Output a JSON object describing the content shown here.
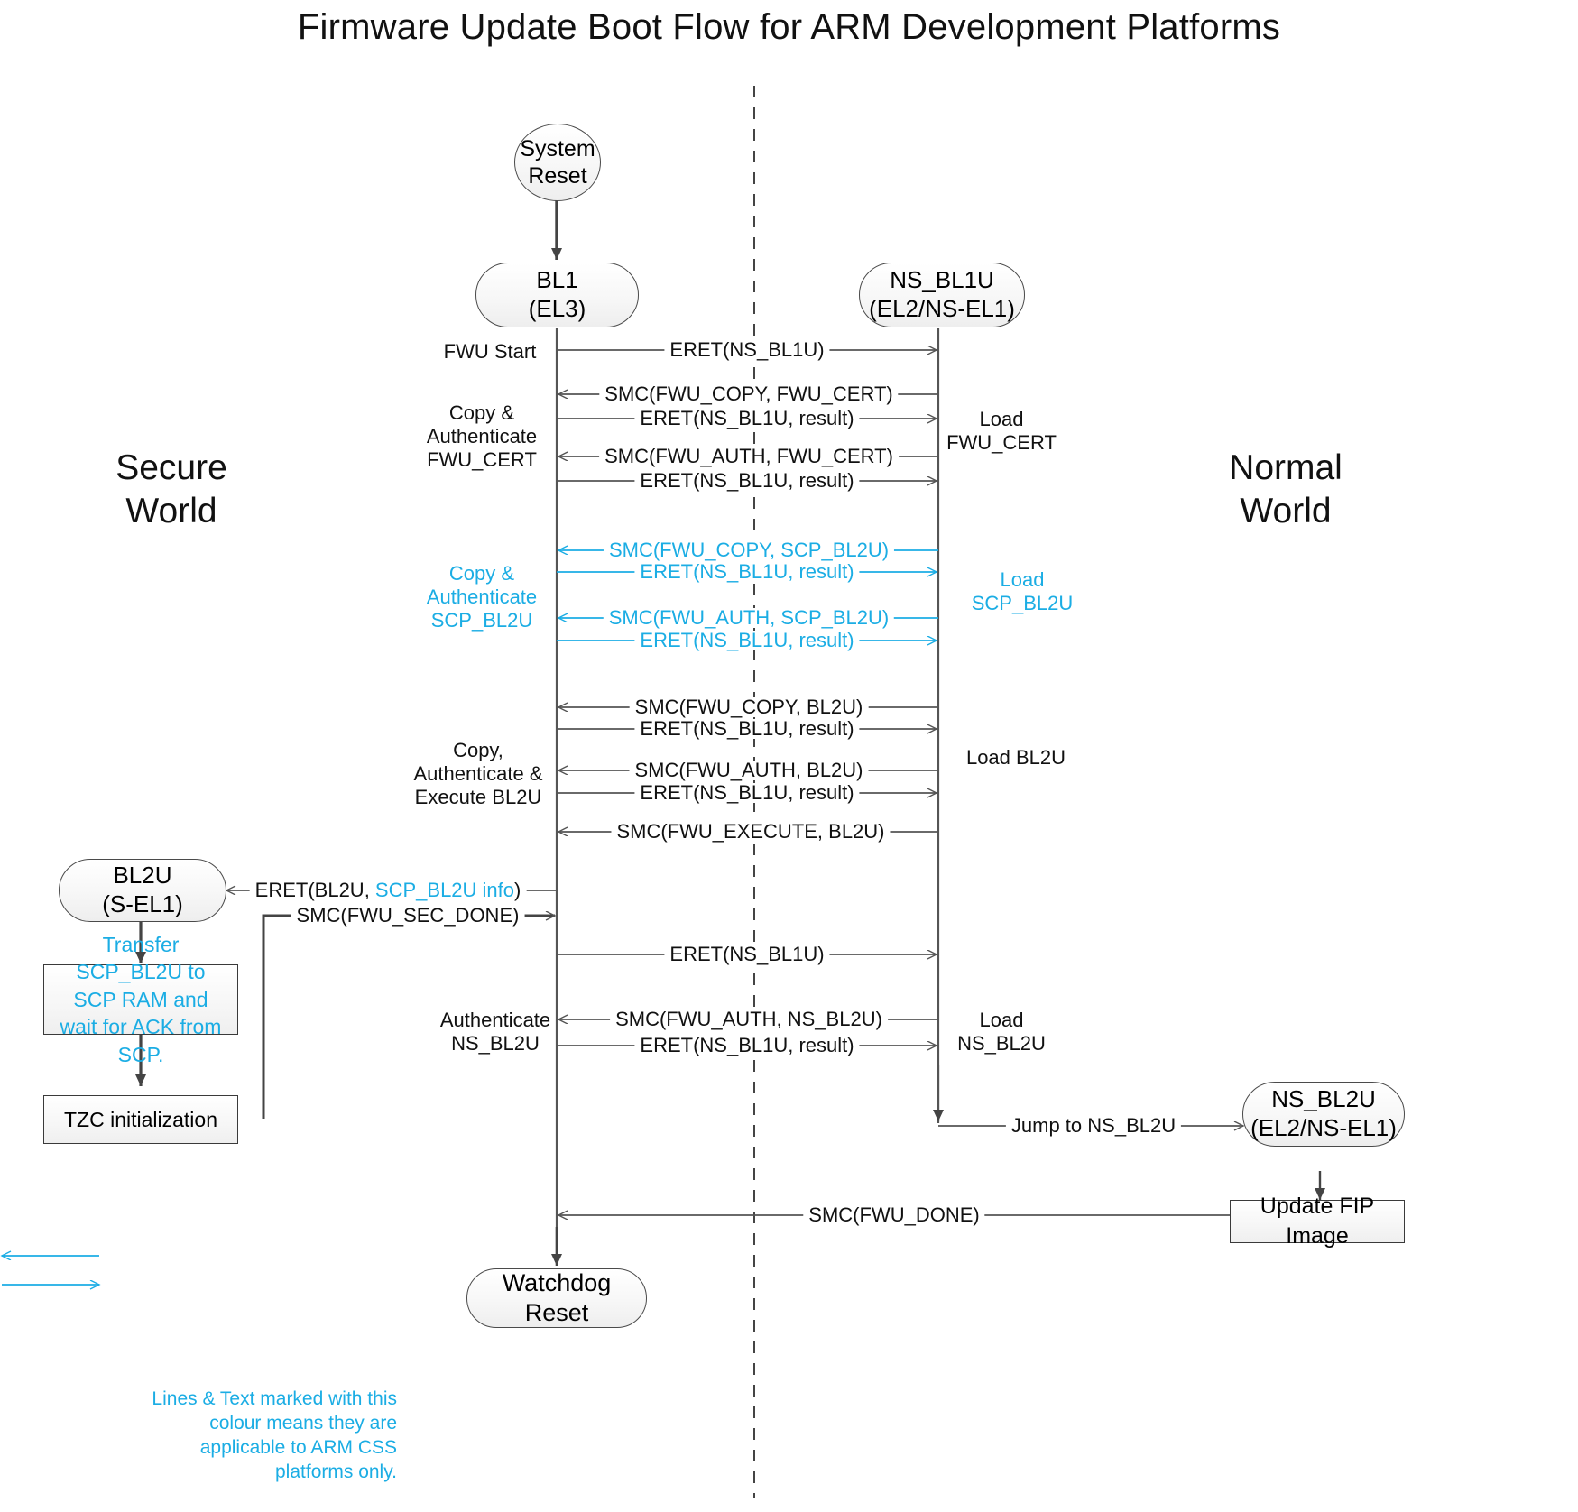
{
  "title": "Firmware Update Boot Flow for ARM Development Platforms",
  "colors": {
    "cyan": "#1BADE4",
    "line": "#555555",
    "text": "#111111",
    "node_border": "#4a4a4a"
  },
  "worlds": {
    "secure": "Secure\nWorld",
    "normal": "Normal\nWorld"
  },
  "nodes": {
    "system_reset": "System\nReset",
    "bl1": "BL1\n(EL3)",
    "ns_bl1u": "NS_BL1U\n(EL2/NS-EL1)",
    "bl2u": "BL2U\n(S-EL1)",
    "ns_bl2u": "NS_BL2U\n(EL2/NS-EL1)",
    "transfer_scp": "Transfer SCP_BL2U to SCP RAM and wait for ACK from SCP.",
    "tzc_init": "TZC initialization",
    "update_fip": "Update FIP Image",
    "watchdog_reset": "Watchdog Reset"
  },
  "left_annotations": [
    {
      "id": "fwu-start",
      "text": "FWU Start",
      "cyan": false
    },
    {
      "id": "copy-auth-cert",
      "text": "Copy &\nAuthenticate\nFWU_CERT",
      "cyan": false
    },
    {
      "id": "copy-auth-scp",
      "text": "Copy &\nAuthenticate\nSCP_BL2U",
      "cyan": true
    },
    {
      "id": "copy-auth-bl2u",
      "text": "Copy,\nAuthenticate &\nExecute BL2U",
      "cyan": false
    },
    {
      "id": "authenticate-nsbl2u",
      "text": "Authenticate\nNS_BL2U",
      "cyan": false
    }
  ],
  "right_annotations": [
    {
      "id": "load-fwu-cert",
      "text": "Load\nFWU_CERT",
      "cyan": false
    },
    {
      "id": "load-scp-bl2u",
      "text": "Load\nSCP_BL2U",
      "cyan": true
    },
    {
      "id": "load-bl2u",
      "text": "Load BL2U",
      "cyan": false
    },
    {
      "id": "load-ns-bl2u",
      "text": "Load\nNS_BL2U",
      "cyan": false
    }
  ],
  "messages": [
    {
      "id": "m1",
      "text": "ERET(NS_BL1U)",
      "dir": "right",
      "cyan": false
    },
    {
      "id": "m2",
      "text": "SMC(FWU_COPY, FWU_CERT)",
      "dir": "left",
      "cyan": false
    },
    {
      "id": "m3",
      "text": "ERET(NS_BL1U, result)",
      "dir": "right",
      "cyan": false
    },
    {
      "id": "m4",
      "text": "SMC(FWU_AUTH, FWU_CERT)",
      "dir": "left",
      "cyan": false
    },
    {
      "id": "m5",
      "text": "ERET(NS_BL1U, result)",
      "dir": "right",
      "cyan": false
    },
    {
      "id": "m6",
      "text": "SMC(FWU_COPY, SCP_BL2U)",
      "dir": "left",
      "cyan": true
    },
    {
      "id": "m7",
      "text": "ERET(NS_BL1U, result)",
      "dir": "right",
      "cyan": true
    },
    {
      "id": "m8",
      "text": "SMC(FWU_AUTH, SCP_BL2U)",
      "dir": "left",
      "cyan": true
    },
    {
      "id": "m9",
      "text": "ERET(NS_BL1U, result)",
      "dir": "right",
      "cyan": true
    },
    {
      "id": "m10",
      "text": "SMC(FWU_COPY, BL2U)",
      "dir": "left",
      "cyan": false
    },
    {
      "id": "m11",
      "text": "ERET(NS_BL1U, result)",
      "dir": "right",
      "cyan": false
    },
    {
      "id": "m12",
      "text": "SMC(FWU_AUTH, BL2U)",
      "dir": "left",
      "cyan": false
    },
    {
      "id": "m13",
      "text": "ERET(NS_BL1U, result)",
      "dir": "right",
      "cyan": false
    },
    {
      "id": "m14",
      "text": "SMC(FWU_EXECUTE, BL2U)",
      "dir": "left",
      "cyan": false
    },
    {
      "id": "m15",
      "text": "SMC(FWU_SEC_DONE)",
      "dir": "right",
      "cyan": false
    },
    {
      "id": "m16",
      "text": "ERET(NS_BL1U)",
      "dir": "right",
      "cyan": false
    },
    {
      "id": "m17",
      "text": "SMC(FWU_AUTH, NS_BL2U)",
      "dir": "left",
      "cyan": false
    },
    {
      "id": "m18",
      "text": "ERET(NS_BL1U, result)",
      "dir": "right",
      "cyan": false
    },
    {
      "id": "m19",
      "text": "Jump to NS_BL2U",
      "dir": "right",
      "cyan": false
    },
    {
      "id": "m20",
      "text": "SMC(FWU_DONE)",
      "dir": "left",
      "cyan": false
    }
  ],
  "eret_bl2u": {
    "prefix": "ERET(BL2U, ",
    "cyan_part": "SCP_BL2U info",
    "suffix": ")"
  },
  "legend": {
    "text": "Lines & Text marked with this colour means they are applicable to ARM CSS platforms only."
  }
}
